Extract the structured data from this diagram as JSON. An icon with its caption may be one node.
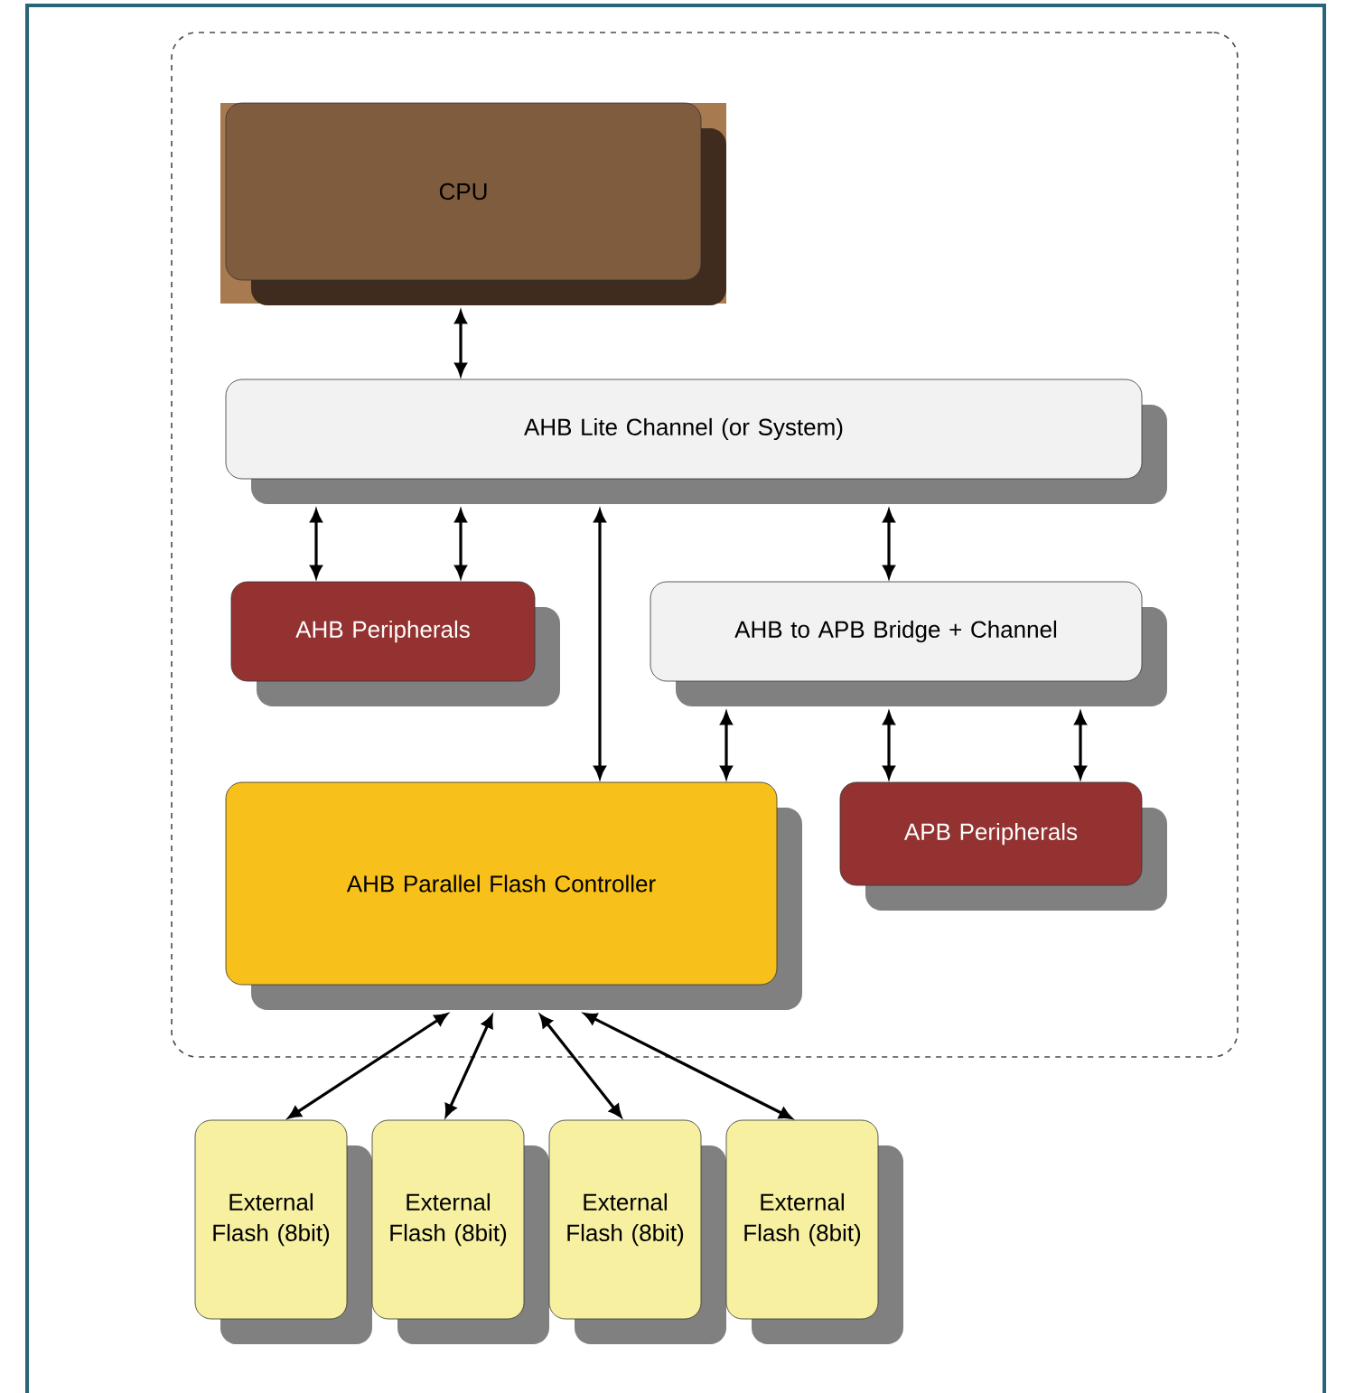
{
  "diagram": {
    "nodes": [
      {
        "text": [],
        "shape": "box"
      },
      {
        "text": [
          "CPU"
        ],
        "in": 0
      },
      {
        "text": [
          "AHB Lite Channel (or System)"
        ],
        "in": 0
      },
      {
        "text": [
          "AHB Peripherals"
        ],
        "in": 0
      },
      {
        "text": [
          "AHB to APB Bridge + Channel"
        ],
        "in": 0
      },
      {
        "text": [
          "AHB Parallel Flash Controller"
        ],
        "in": 0
      },
      {
        "text": [
          "APB Peripherals"
        ],
        "in": 0
      },
      {
        "text": [
          "External Flash (8bit)"
        ]
      },
      {
        "text": [
          "External Flash (8bit)"
        ]
      },
      {
        "text": [
          "External Flash (8bit)"
        ]
      },
      {
        "text": [
          "External Flash (8bit)"
        ]
      }
    ],
    "edges": [
      {
        "from": 1,
        "to": 2,
        "arrow": "both"
      },
      {
        "from": 2,
        "to": 3,
        "arrow": "both"
      },
      {
        "from": 2,
        "to": 3,
        "arrow": "both"
      },
      {
        "from": 2,
        "to": 5,
        "arrow": "both"
      },
      {
        "from": 2,
        "to": 4,
        "arrow": "both"
      },
      {
        "from": 4,
        "to": 5,
        "arrow": "both"
      },
      {
        "from": 4,
        "to": 6,
        "arrow": "both"
      },
      {
        "from": 4,
        "to": 6,
        "arrow": "both"
      },
      {
        "from": 5,
        "to": 7,
        "arrow": "both"
      },
      {
        "from": 5,
        "to": 8,
        "arrow": "both"
      },
      {
        "from": 5,
        "to": 9,
        "arrow": "both"
      },
      {
        "from": 5,
        "to": 10,
        "arrow": "both"
      }
    ]
  }
}
